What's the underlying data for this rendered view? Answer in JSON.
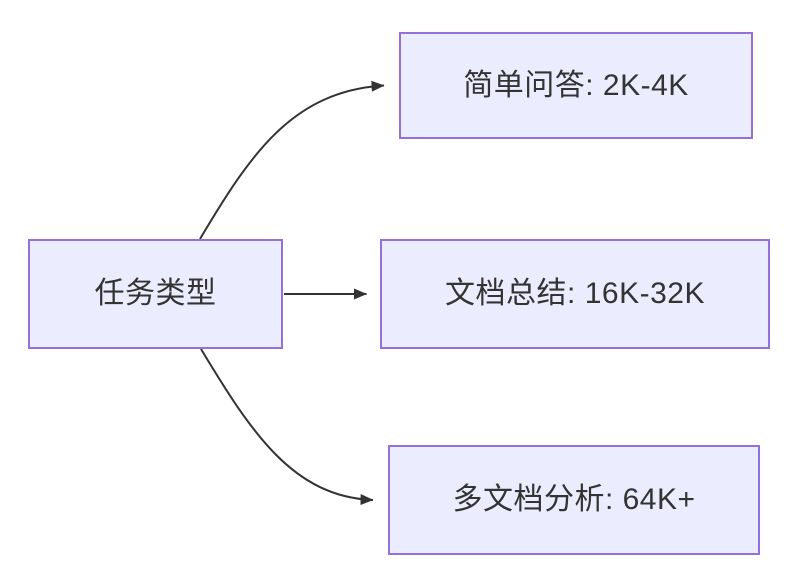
{
  "diagram": {
    "type": "flowchart",
    "direction": "left-to-right",
    "root": {
      "id": "task-type",
      "label": "任务类型"
    },
    "nodes": [
      {
        "id": "simple-qa",
        "label": "简单问答: 2K-4K"
      },
      {
        "id": "doc-summary",
        "label": "文档总结: 16K-32K"
      },
      {
        "id": "multi-doc",
        "label": "多文档分析: 64K+"
      }
    ],
    "edges": [
      {
        "from": "任务类型",
        "to": "简单问答: 2K-4K",
        "style": "curved-up",
        "arrow": "filled-triangle"
      },
      {
        "from": "任务类型",
        "to": "文档总结: 16K-32K",
        "style": "straight",
        "arrow": "filled-triangle"
      },
      {
        "from": "任务类型",
        "to": "多文档分析: 64K+",
        "style": "curved-down",
        "arrow": "filled-triangle"
      }
    ],
    "colors": {
      "background": "#FFFFFF",
      "node_fill": "#ECECFF",
      "node_border": "#9370DB",
      "edge_stroke": "#333333",
      "text": "#333333"
    }
  }
}
